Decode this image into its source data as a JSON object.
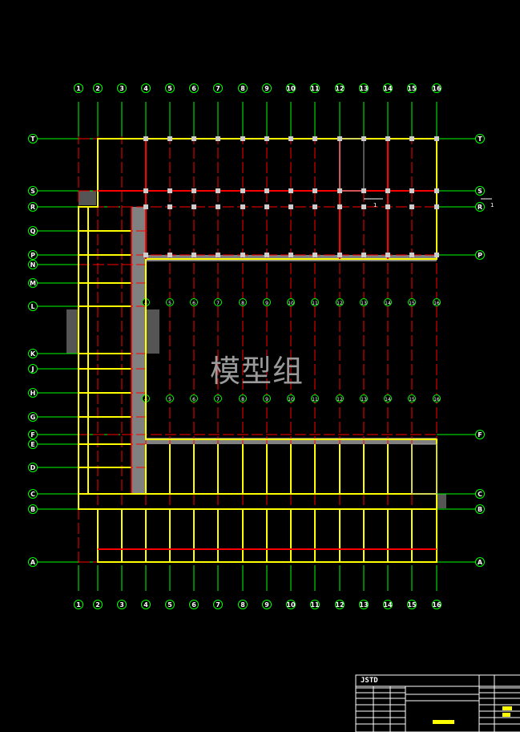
{
  "watermark": "模型组",
  "title_block": {
    "company": "JSTD"
  },
  "axes": {
    "columns": [
      "1",
      "2",
      "3",
      "4",
      "5",
      "6",
      "7",
      "8",
      "9",
      "10",
      "11",
      "12",
      "13",
      "14",
      "15",
      "16"
    ],
    "rows": [
      "T",
      "S",
      "R",
      "Q",
      "P",
      "N",
      "M",
      "L",
      "K",
      "J",
      "H",
      "G",
      "F",
      "E",
      "D",
      "C",
      "B",
      "A"
    ]
  },
  "section_marks": [
    "1",
    "1"
  ],
  "colors": {
    "axis": "#00ff00",
    "grid": "#ff0000",
    "wall": "#ffff00",
    "partition": "#ff0000",
    "fill": "#808080",
    "text": "#ffffff"
  }
}
